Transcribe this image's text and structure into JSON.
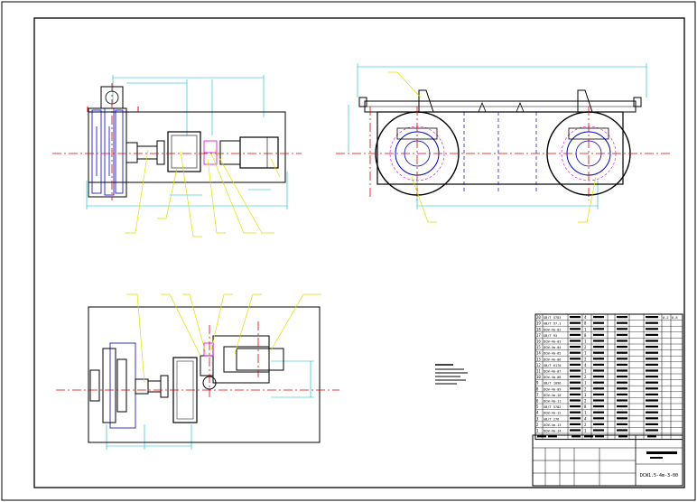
{
  "drawing": {
    "title_block": {
      "drawing_no": "DCW1.5-4m-3-00"
    },
    "bom_headers": [
      "序号",
      "代号",
      "名称",
      "数量",
      "材料",
      "单重",
      "总重"
    ],
    "bom_rows": [
      {
        "no": "20",
        "code": "GB/T 5783",
        "qty": "4",
        "mat": "",
        "w1": "0.2",
        "w2": "0.8"
      },
      {
        "no": "19",
        "code": "GB/T 97.1",
        "qty": "8",
        "mat": "",
        "w1": "",
        "w2": ""
      },
      {
        "no": "18",
        "code": "DCW-4m-02",
        "qty": "1",
        "mat": "",
        "w1": "",
        "w2": ""
      },
      {
        "no": "17",
        "code": "GB/T 93",
        "qty": "8",
        "mat": "",
        "w1": "",
        "w2": ""
      },
      {
        "no": "16",
        "code": "DCW-4m-03",
        "qty": "1",
        "mat": "",
        "w1": "",
        "w2": ""
      },
      {
        "no": "15",
        "code": "DCW-4m-04",
        "qty": "2",
        "mat": "",
        "w1": "",
        "w2": ""
      },
      {
        "no": "14",
        "code": "DCW-4m-05",
        "qty": "1",
        "mat": "",
        "w1": "",
        "w2": ""
      },
      {
        "no": "13",
        "code": "DCW-4m-06",
        "qty": "2",
        "mat": "",
        "w1": "",
        "w2": ""
      },
      {
        "no": "12",
        "code": "GB/T 6170",
        "qty": "4",
        "mat": "",
        "w1": "",
        "w2": ""
      },
      {
        "no": "11",
        "code": "DCW-4m-07",
        "qty": "1",
        "mat": "",
        "w1": "",
        "w2": ""
      },
      {
        "no": "10",
        "code": "DCW-4m-08",
        "qty": "2",
        "mat": "",
        "w1": "",
        "w2": ""
      },
      {
        "no": "9",
        "code": "GB/T 1096",
        "qty": "1",
        "mat": "",
        "w1": "",
        "w2": ""
      },
      {
        "no": "8",
        "code": "DCW-4m-09",
        "qty": "2",
        "mat": "",
        "w1": "",
        "w2": ""
      },
      {
        "no": "7",
        "code": "DCW-4m-10",
        "qty": "1",
        "mat": "",
        "w1": "",
        "w2": ""
      },
      {
        "no": "6",
        "code": "DCW-4m-11",
        "qty": "2",
        "mat": "",
        "w1": "",
        "w2": ""
      },
      {
        "no": "5",
        "code": "GB/T 5782",
        "qty": "8",
        "mat": "",
        "w1": "",
        "w2": ""
      },
      {
        "no": "4",
        "code": "DCW-4m-12",
        "qty": "1",
        "mat": "",
        "w1": "",
        "w2": ""
      },
      {
        "no": "3",
        "code": "GB/T 276",
        "qty": "4",
        "mat": "",
        "w1": "",
        "w2": ""
      },
      {
        "no": "2",
        "code": "DCW-4m-13",
        "qty": "2",
        "mat": "",
        "w1": "",
        "w2": ""
      },
      {
        "no": "1",
        "code": "DCW-4m-14",
        "qty": "1",
        "mat": "",
        "w1": "",
        "w2": ""
      }
    ],
    "colors": {
      "outline": "#000000",
      "centerline": "#e00000",
      "dimension": "#00b7d0",
      "leader": "#e0e000",
      "wheel": "#0000c0",
      "hidden": "#e000e0"
    }
  }
}
